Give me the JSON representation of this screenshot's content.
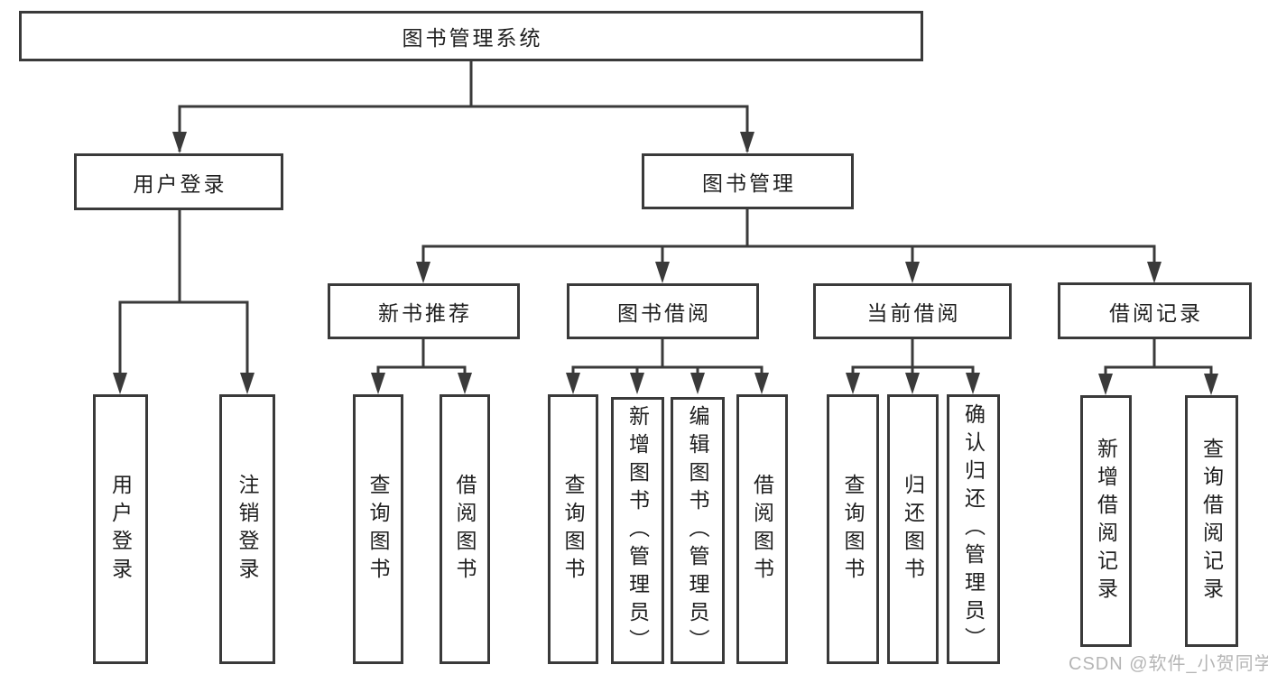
{
  "diagram": {
    "root": "图书管理系统",
    "branches": [
      {
        "label": "用户登录",
        "children": [
          "用户登录",
          "注销登录"
        ]
      },
      {
        "label": "图书管理",
        "groups": [
          {
            "label": "新书推荐",
            "children": [
              "查询图书",
              "借阅图书"
            ]
          },
          {
            "label": "图书借阅",
            "children": [
              "查询图书",
              "新增图书（管理员）",
              "编辑图书（管理员）",
              "借阅图书"
            ]
          },
          {
            "label": "当前借阅",
            "children": [
              "查询图书",
              "归还图书",
              "确认归还（管理员）"
            ]
          },
          {
            "label": "借阅记录",
            "children": [
              "新增借阅记录",
              "查询借阅记录"
            ]
          }
        ]
      }
    ]
  },
  "watermark": {
    "text": "CSDN @软件_小贺同学"
  },
  "colors": {
    "line": "#3a3a3a",
    "text": "#1f1f1f",
    "watermark": "#b5b5b5",
    "background": "#ffffff"
  }
}
